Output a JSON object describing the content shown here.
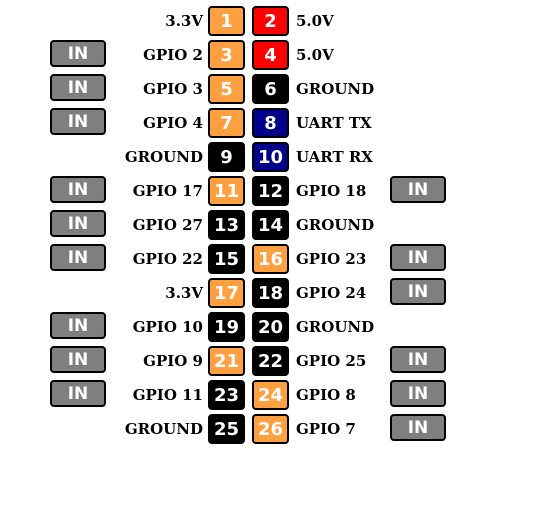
{
  "rows": [
    {
      "left_button": "",
      "left_label": "3.3V",
      "left_pin": {
        "num": "1",
        "color": "#ffa040"
      },
      "right_pin": {
        "num": "2",
        "color": "#ff0000"
      },
      "right_label": "5.0V",
      "right_button": ""
    },
    {
      "left_button": "IN",
      "left_label": "GPIO 2",
      "left_pin": {
        "num": "3",
        "color": "#ffa040"
      },
      "right_pin": {
        "num": "4",
        "color": "#ff0000"
      },
      "right_label": "5.0V",
      "right_button": ""
    },
    {
      "left_button": "IN",
      "left_label": "GPIO 3",
      "left_pin": {
        "num": "5",
        "color": "#ffa040"
      },
      "right_pin": {
        "num": "6",
        "color": "#000000"
      },
      "right_label": "GROUND",
      "right_button": ""
    },
    {
      "left_button": "IN",
      "left_label": "GPIO 4",
      "left_pin": {
        "num": "7",
        "color": "#ffa040"
      },
      "right_pin": {
        "num": "8",
        "color": "#00008b"
      },
      "right_label": "UART TX",
      "right_button": ""
    },
    {
      "left_button": "",
      "left_label": "GROUND",
      "left_pin": {
        "num": "9",
        "color": "#000000"
      },
      "right_pin": {
        "num": "10",
        "color": "#00008b"
      },
      "right_label": "UART RX",
      "right_button": ""
    },
    {
      "left_button": "IN",
      "left_label": "GPIO 17",
      "left_pin": {
        "num": "11",
        "color": "#ffa040"
      },
      "right_pin": {
        "num": "12",
        "color": "#000000"
      },
      "right_label": "GPIO 18",
      "right_button": "IN"
    },
    {
      "left_button": "IN",
      "left_label": "GPIO 27",
      "left_pin": {
        "num": "13",
        "color": "#000000"
      },
      "right_pin": {
        "num": "14",
        "color": "#000000"
      },
      "right_label": "GROUND",
      "right_button": ""
    },
    {
      "left_button": "IN",
      "left_label": "GPIO 22",
      "left_pin": {
        "num": "15",
        "color": "#000000"
      },
      "right_pin": {
        "num": "16",
        "color": "#ffa040"
      },
      "right_label": "GPIO 23",
      "right_button": "IN"
    },
    {
      "left_button": "",
      "left_label": "3.3V",
      "left_pin": {
        "num": "17",
        "color": "#ffa040"
      },
      "right_pin": {
        "num": "18",
        "color": "#000000"
      },
      "right_label": "GPIO 24",
      "right_button": "IN"
    },
    {
      "left_button": "IN",
      "left_label": "GPIO 10",
      "left_pin": {
        "num": "19",
        "color": "#000000"
      },
      "right_pin": {
        "num": "20",
        "color": "#000000"
      },
      "right_label": "GROUND",
      "right_button": ""
    },
    {
      "left_button": "IN",
      "left_label": "GPIO 9",
      "left_pin": {
        "num": "21",
        "color": "#ffa040"
      },
      "right_pin": {
        "num": "22",
        "color": "#000000"
      },
      "right_label": "GPIO 25",
      "right_button": "IN"
    },
    {
      "left_button": "IN",
      "left_label": "GPIO 11",
      "left_pin": {
        "num": "23",
        "color": "#000000"
      },
      "right_pin": {
        "num": "24",
        "color": "#ffa040"
      },
      "right_label": "GPIO 8",
      "right_button": "IN"
    },
    {
      "left_button": "",
      "left_label": "GROUND",
      "left_pin": {
        "num": "25",
        "color": "#000000"
      },
      "right_pin": {
        "num": "26",
        "color": "#ffa040"
      },
      "right_label": "GPIO 7",
      "right_button": "IN"
    }
  ]
}
